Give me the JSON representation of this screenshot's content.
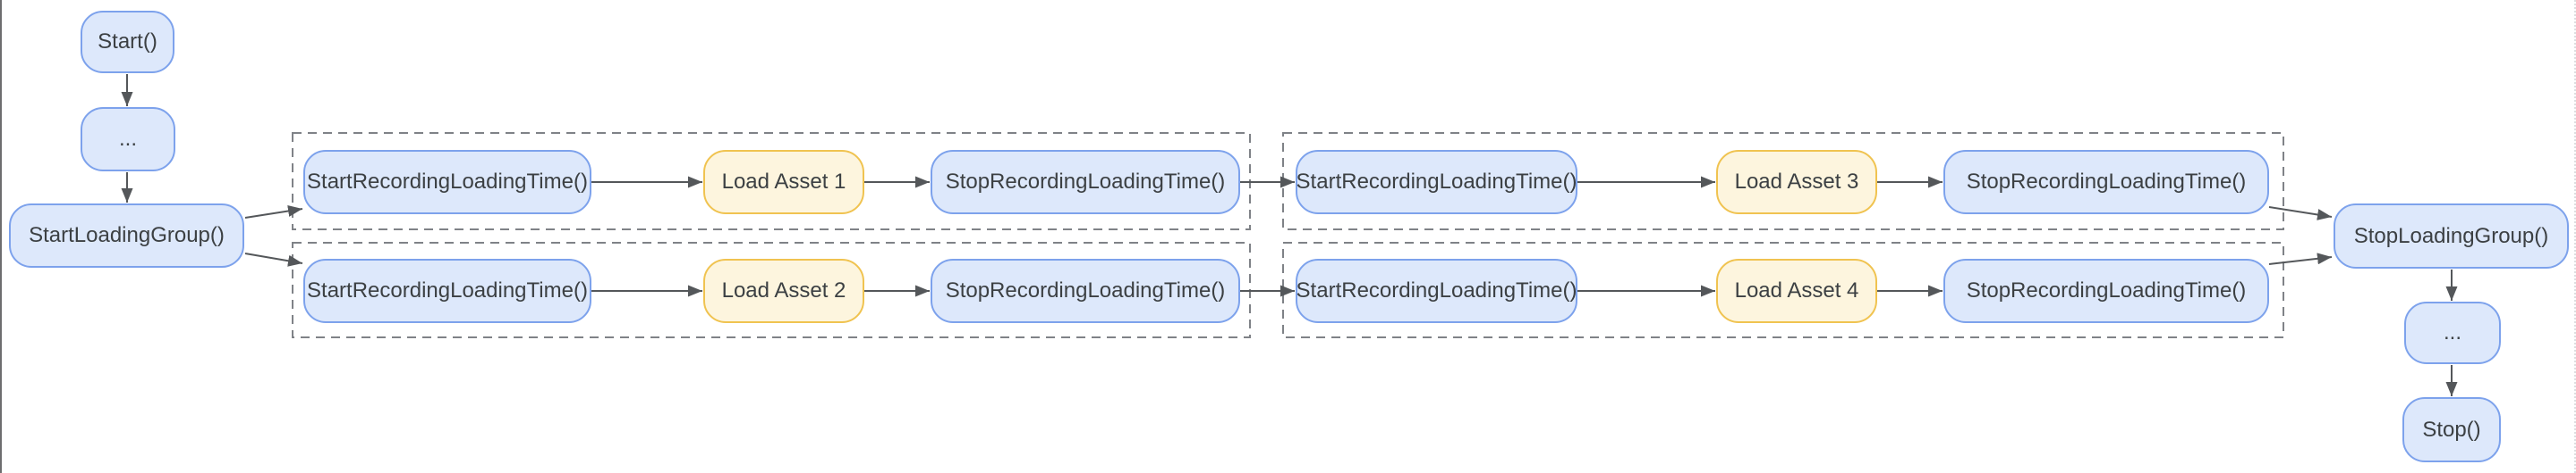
{
  "colors": {
    "background": "#ffffff",
    "process_fill": "#dde8fb",
    "process_border": "#7da2ec",
    "asset_fill": "#fdf5de",
    "asset_border": "#f0c350",
    "text": "#3c4043",
    "arrow": "#54575a",
    "group_outline": "#7f8287"
  },
  "flow": {
    "start": "Start()",
    "ellipsis_start": "...",
    "start_loading_group": "StartLoadingGroup()",
    "groups": [
      {
        "rows": [
          [
            "StartRecordingLoadingTime()",
            "Load Asset 1",
            "StopRecordingLoadingTime()"
          ],
          [
            "StartRecordingLoadingTime()",
            "Load Asset 2",
            "StopRecordingLoadingTime()"
          ]
        ]
      },
      {
        "rows": [
          [
            "StartRecordingLoadingTime()",
            "Load Asset 3",
            "StopRecordingLoadingTime()"
          ],
          [
            "StartRecordingLoadingTime()",
            "Load Asset 4",
            "StopRecordingLoadingTime()"
          ]
        ]
      }
    ],
    "stop_loading_group": "StopLoadingGroup()",
    "ellipsis_end": "...",
    "stop": "Stop()"
  }
}
